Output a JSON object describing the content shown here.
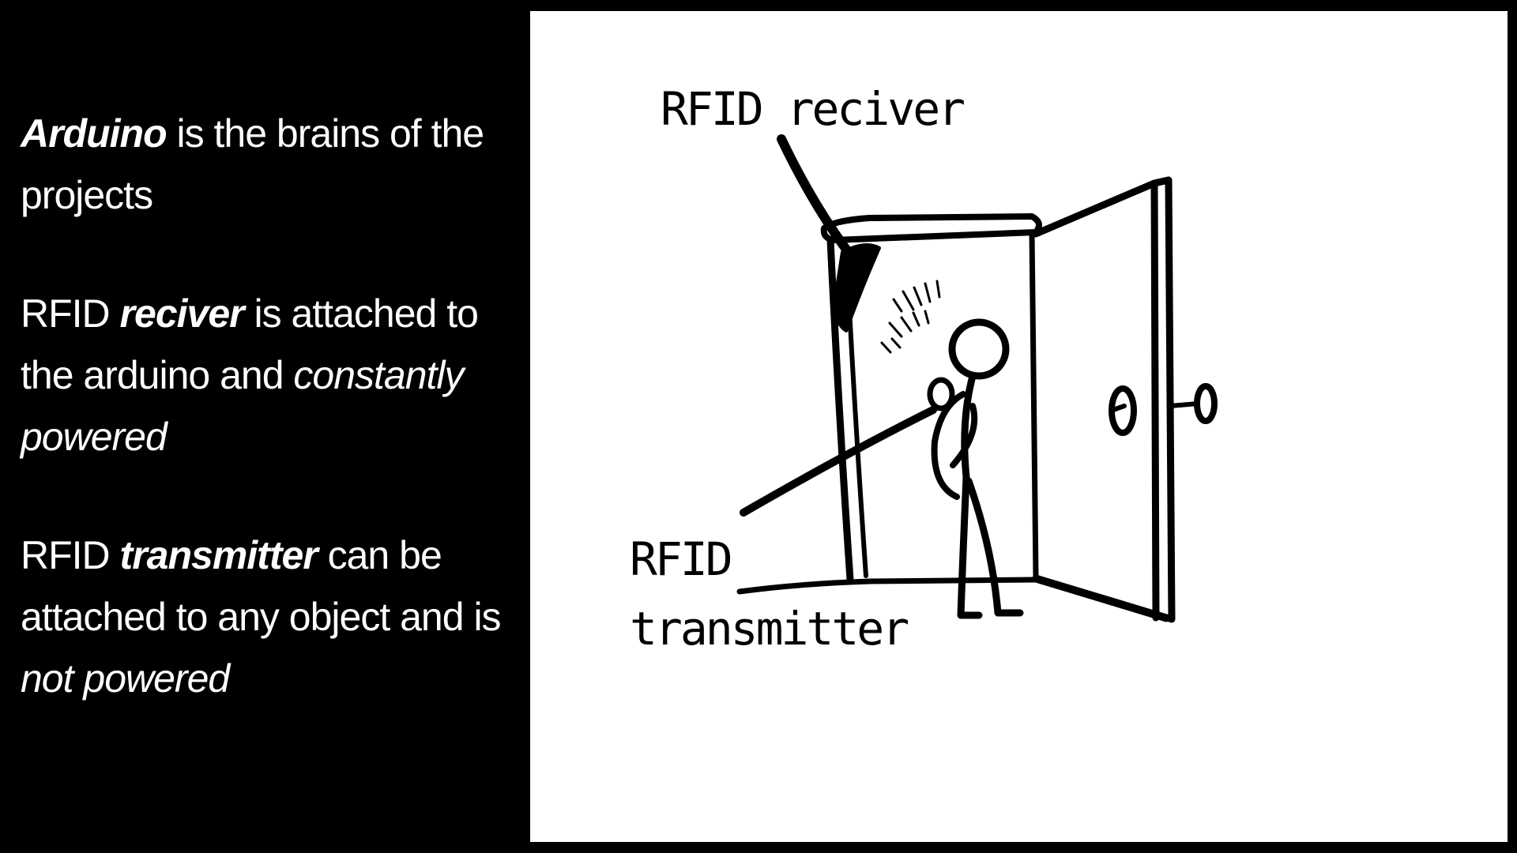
{
  "paragraphs": [
    {
      "emphasis": "Arduino",
      "rest": " is the brains of the projects"
    },
    {
      "prefix": "RFID ",
      "emphasis": "reciver",
      "middle": " is attached to the arduino and ",
      "italic": "constantly powered"
    },
    {
      "prefix": "RFID ",
      "emphasis": "transmitter",
      "middle": " can be attached to any object and is ",
      "italic": "not powered"
    }
  ],
  "drawing": {
    "receiver_label": "RFID reciver",
    "transmitter_label_line1": "RFID",
    "transmitter_label_line2": "transmitter"
  }
}
